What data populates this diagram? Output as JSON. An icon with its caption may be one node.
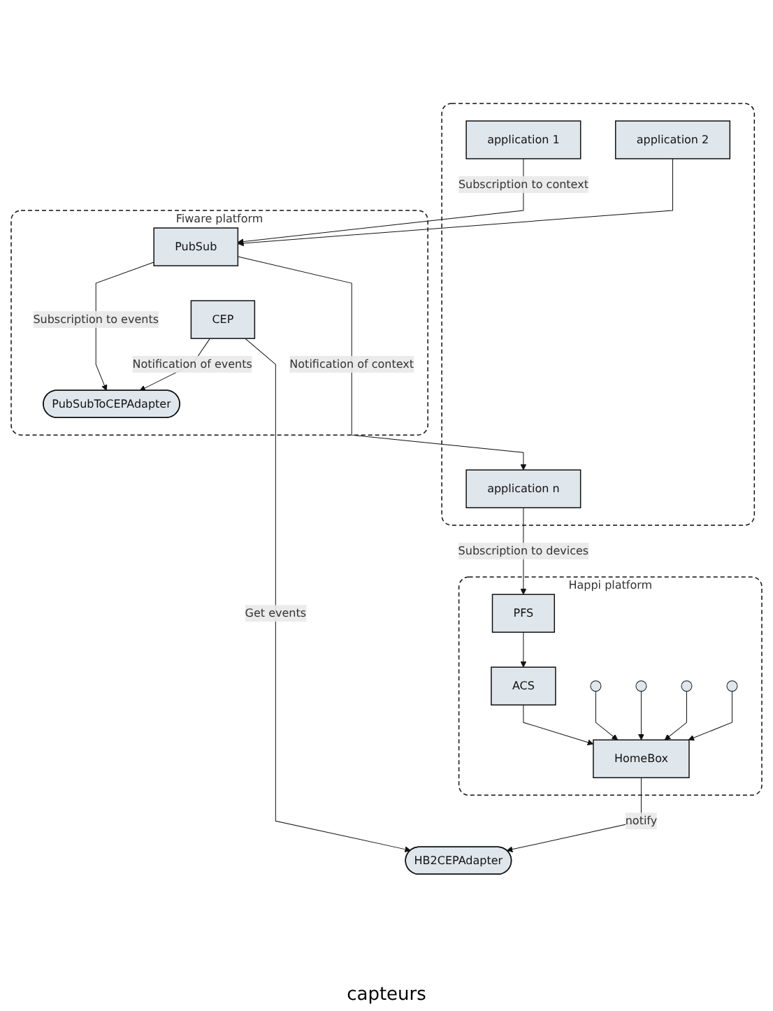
{
  "diagram": {
    "nodes": [
      {
        "text": [],
        "shape": "box"
      },
      {
        "text": [
          "application 1"
        ],
        "in": 0
      },
      {
        "text": [
          "application 2"
        ],
        "in": 0
      },
      {
        "text": [
          "application n"
        ],
        "in": 0
      },
      {
        "text": [
          "Fiware platform"
        ]
      },
      {
        "text": [
          "PubSubToCEPAdapter"
        ],
        "in": 4
      },
      {
        "text": [
          "PubSub"
        ],
        "in": 4
      },
      {
        "text": [
          "CEP"
        ],
        "in": 4
      },
      {
        "text": [
          "HB2CEPAdapter"
        ]
      },
      {
        "text": [
          "Happi platform"
        ]
      },
      {
        "text": [
          "PFS"
        ],
        "in": 9
      },
      {
        "text": [
          "ACS"
        ],
        "in": 9
      },
      {
        "text": [
          "HomeBox"
        ],
        "in": 9
      },
      {
        "text": [],
        "shape": "circle",
        "in": 9
      },
      {
        "text": [],
        "shape": "circle",
        "in": 9
      },
      {
        "text": [],
        "shape": "circle",
        "in": 9
      },
      {
        "text": [],
        "shape": "circle",
        "in": 9
      }
    ],
    "edges": [
      {
        "from": 1,
        "to": 6,
        "arrow": "to",
        "label": "Subscription to context"
      },
      {
        "from": 2,
        "to": 6,
        "arrow": "to"
      },
      {
        "from": 6,
        "to": 3,
        "arrow": "to",
        "label": "Notification of context"
      },
      {
        "from": 6,
        "to": 5,
        "arrow": "to",
        "label": "Subscription to events"
      },
      {
        "from": 7,
        "to": 5,
        "arrow": "to",
        "label": "Notification of events"
      },
      {
        "from": 7,
        "to": 8,
        "arrow": "to",
        "label": "Get events"
      },
      {
        "from": 3,
        "to": 10,
        "arrow": "to",
        "label": "Subscription to devices"
      },
      {
        "from": 12,
        "to": 8,
        "arrow": "to",
        "label": "notify"
      },
      {
        "from": 10,
        "to": 11,
        "arrow": "to"
      },
      {
        "from": 11,
        "to": 12,
        "arrow": "to"
      },
      {
        "from": 13,
        "to": 12,
        "arrow": "to"
      },
      {
        "from": 14,
        "to": 12,
        "arrow": "to"
      },
      {
        "from": 15,
        "to": 12,
        "arrow": "to"
      },
      {
        "from": 16,
        "to": 12,
        "arrow": "to"
      }
    ],
    "labels": [
      "capteurs"
    ]
  }
}
